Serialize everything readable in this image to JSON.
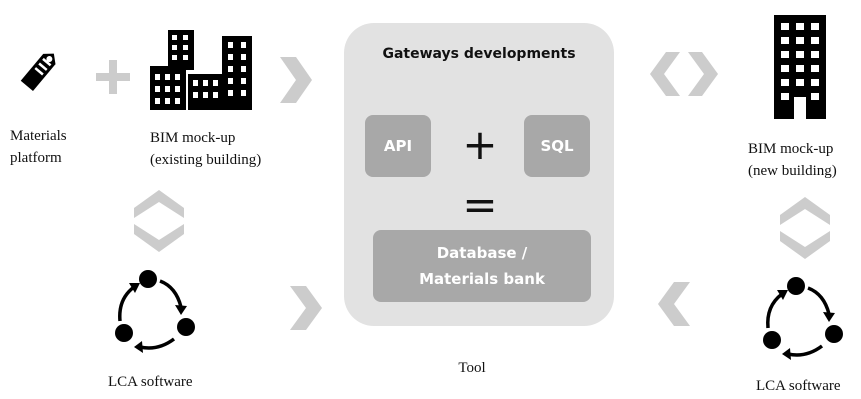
{
  "colors": {
    "tool_box": "#e2e2e2",
    "inner_boxes": "#a8a8a8",
    "arrows": "#cccccc",
    "icons": "#000000"
  },
  "materials_platform": {
    "icon": "price-tag-icon",
    "label_line1": "Materials",
    "label_line2": "platform"
  },
  "plus_sign": "+",
  "bim_existing": {
    "icon": "buildings-icon",
    "label_line1": "BIM mock-up",
    "label_line2": "(existing building)"
  },
  "lca_left": {
    "icon": "cycle-icon",
    "label": "LCA software"
  },
  "tool": {
    "title": "Gateways developments",
    "api": "API",
    "operator_plus": "+",
    "sql": "SQL",
    "operator_equals": "=",
    "database_line1": "Database /",
    "database_line2": "Materials bank",
    "label": "Tool"
  },
  "bim_new": {
    "icon": "building-icon",
    "label_line1": "BIM mock-up",
    "label_line2": "(new building)"
  },
  "lca_right": {
    "icon": "cycle-icon",
    "label": "LCA software"
  }
}
